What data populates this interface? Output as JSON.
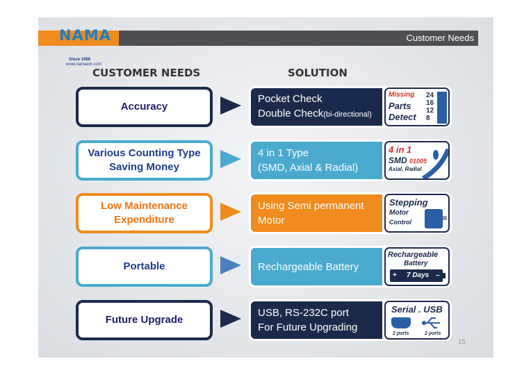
{
  "header": {
    "title": "Customer Needs"
  },
  "logo": {
    "name": "NAMA",
    "since": "Since 1988",
    "url": "www.namaent.com"
  },
  "columns": {
    "needs": "CUSTOMER NEEDS",
    "solution": "SOLUTION"
  },
  "rows": [
    {
      "need": "Accuracy",
      "solution_line1": "Pocket Check",
      "solution_line2": "Double Check",
      "solution_line2_small": "(bi-directional)",
      "badge": {
        "l1": "Missing",
        "l2": "Parts",
        "l3": "Detect",
        "nums": [
          "24",
          "16",
          "12",
          "8"
        ]
      }
    },
    {
      "need_line1": "Various Counting Type",
      "need_line2": "Saving Money",
      "solution_line1": "4 in 1 Type",
      "solution_line2": "(SMD, Axial & Radial)",
      "badge": {
        "l1": "4 in 1",
        "l2": "SMD",
        "l2b": "01005",
        "l3": "Axial, Radial"
      }
    },
    {
      "need_line1": "Low Maintenance",
      "need_line2": "Expenditure",
      "solution_line1": "Using Semi permanent",
      "solution_line2": "Motor",
      "badge": {
        "l1": "Stepping",
        "l2": "Motor",
        "l3": "Control"
      }
    },
    {
      "need": "Portable",
      "solution_line1": "Rechargeable Battery",
      "badge": {
        "l1": "Rechargeable",
        "l2": "Battery",
        "l3": "7 Days",
        "plus": "+",
        "minus": "–"
      }
    },
    {
      "need": "Future Upgrade",
      "solution_line1": "USB, RS-232C port",
      "solution_line2": "For Future Upgrading",
      "badge": {
        "l1": "Serial . USB",
        "p1": "2 ports",
        "p2": "2 ports"
      }
    }
  ],
  "page_number": "15",
  "colors": {
    "navy": "#1b2a4a",
    "blue": "#49aace",
    "orange": "#f08b1d",
    "header": "#4d4f52"
  }
}
